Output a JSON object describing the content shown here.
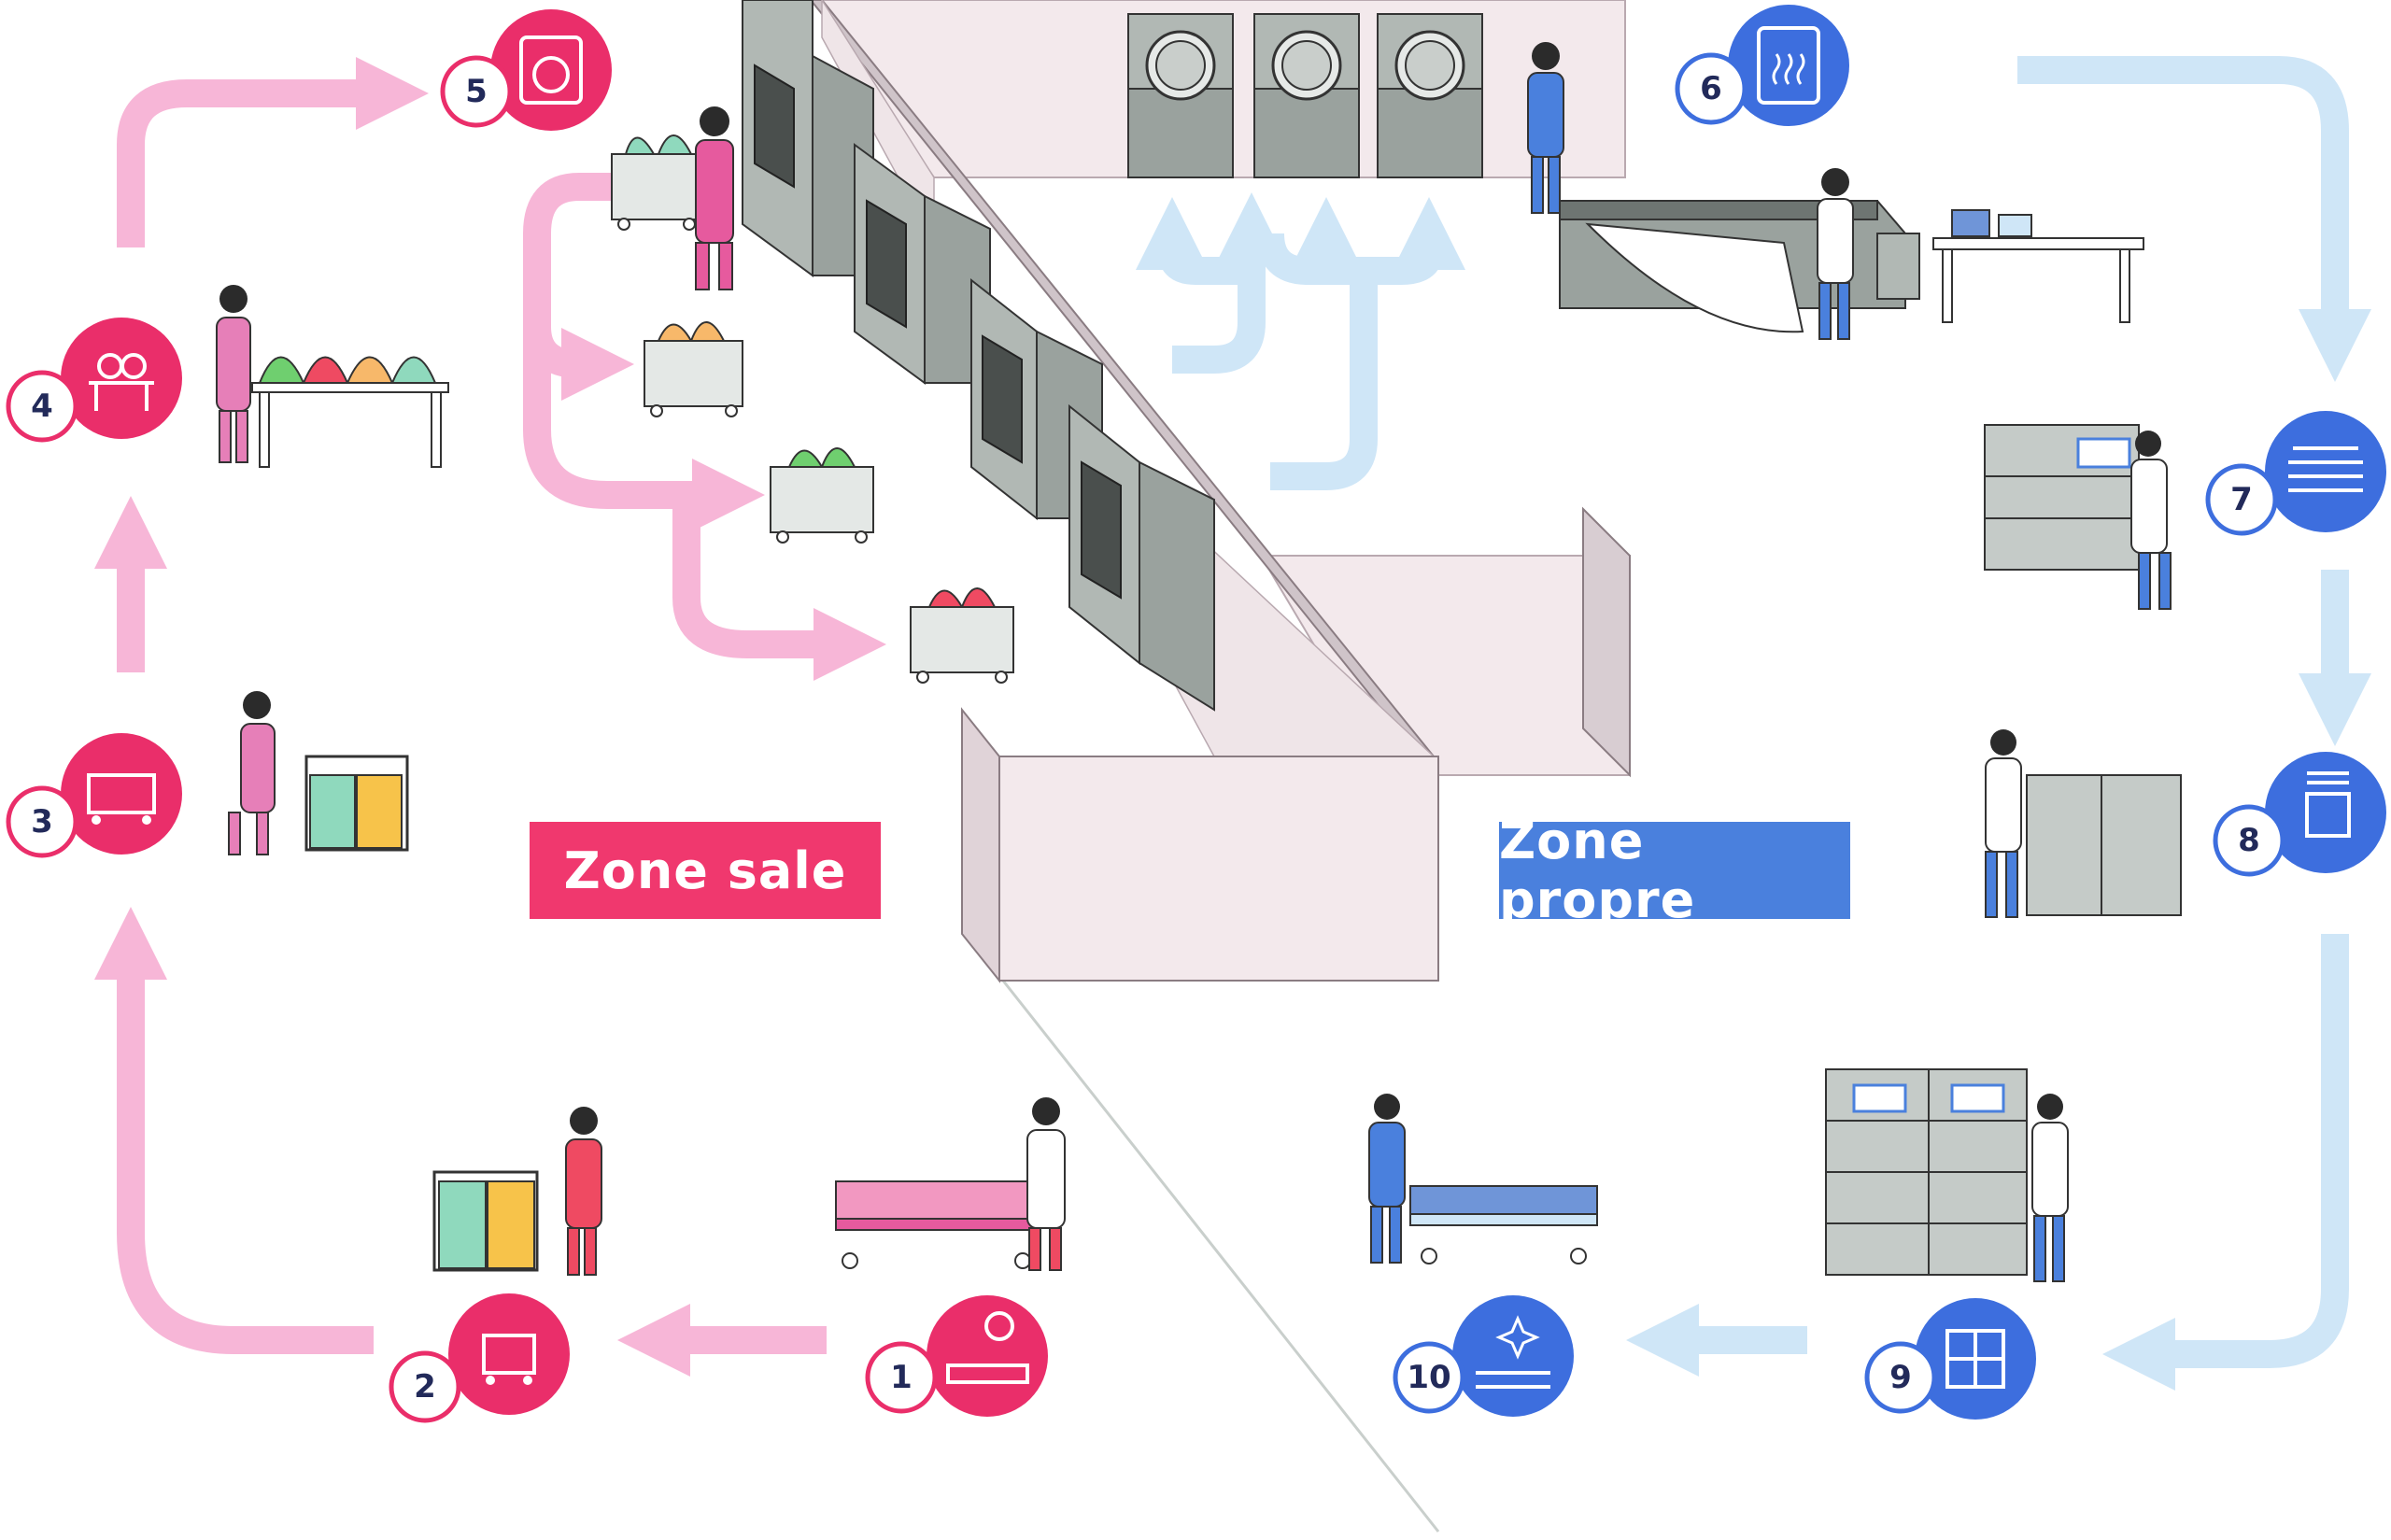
{
  "zones": {
    "dirty": {
      "label": "Zone sale",
      "color": "#f0386e"
    },
    "clean": {
      "label": "Zone propre",
      "color": "#4a80dd"
    }
  },
  "colors": {
    "dirty_arrow": "#f7b6d7",
    "clean_arrow": "#cfe6f7",
    "dirty_badge": "#ea2e6a",
    "clean_badge": "#3d6ede",
    "wall": "#f3e9ec",
    "machine": "#a4aca8"
  },
  "steps": [
    {
      "number": "1",
      "zone": "dirty",
      "icon": "contaminated-bed-icon"
    },
    {
      "number": "2",
      "zone": "dirty",
      "icon": "laundry-cart-icon"
    },
    {
      "number": "3",
      "zone": "dirty",
      "icon": "bag-cart-icon"
    },
    {
      "number": "4",
      "zone": "dirty",
      "icon": "sorting-table-icon"
    },
    {
      "number": "5",
      "zone": "dirty",
      "icon": "washing-machine-icon"
    },
    {
      "number": "6",
      "zone": "clean",
      "icon": "dryer-icon"
    },
    {
      "number": "7",
      "zone": "clean",
      "icon": "folded-linen-icon"
    },
    {
      "number": "8",
      "zone": "clean",
      "icon": "clean-cart-icon"
    },
    {
      "number": "9",
      "zone": "clean",
      "icon": "linen-storage-icon"
    },
    {
      "number": "10",
      "zone": "clean",
      "icon": "clean-bed-icon"
    }
  ]
}
